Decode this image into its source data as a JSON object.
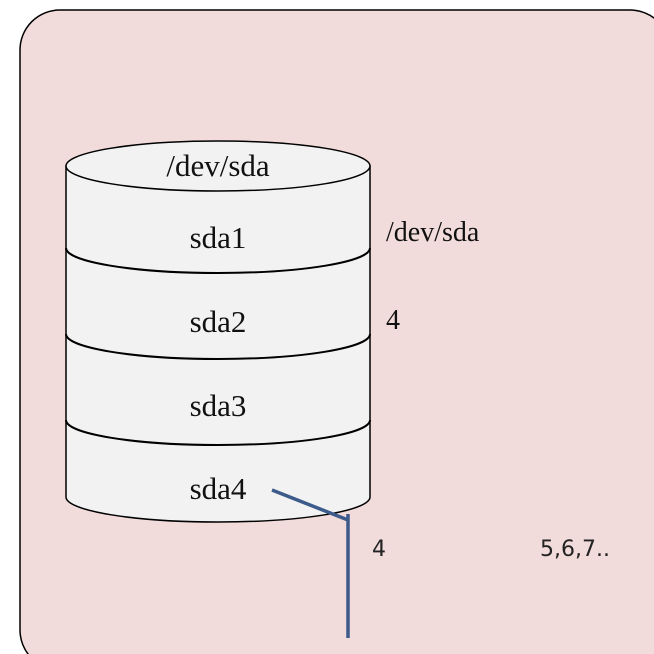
{
  "diagram": {
    "disk_label": "/dev/sda",
    "partitions": [
      {
        "label": "sda1"
      },
      {
        "label": "sda2"
      },
      {
        "label": "sda3"
      },
      {
        "label": "sda4"
      }
    ],
    "annotations": {
      "device_label": "/dev/sda",
      "primary_count": "4",
      "extended_count": "4",
      "logical_numbers": "5,6,7.."
    },
    "colors": {
      "panel_fill": "#f2dcdb",
      "panel_stroke": "#000000",
      "disk_fill": "#f2f2f2",
      "connector": "#3c5a8a"
    }
  }
}
